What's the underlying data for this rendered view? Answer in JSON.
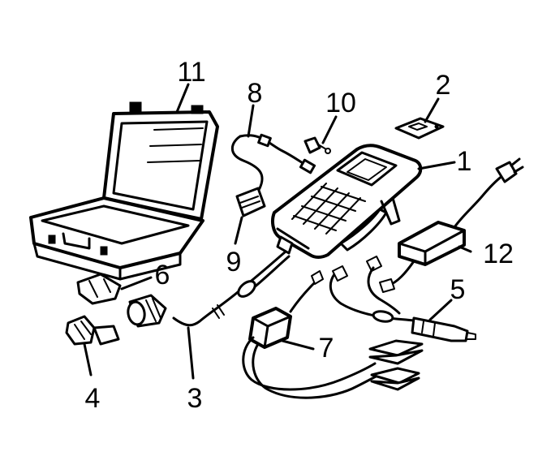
{
  "diagram": {
    "callouts": [
      {
        "id": "c1",
        "label": "1"
      },
      {
        "id": "c2",
        "label": "2"
      },
      {
        "id": "c3",
        "label": "3"
      },
      {
        "id": "c4",
        "label": "4"
      },
      {
        "id": "c5",
        "label": "5"
      },
      {
        "id": "c6",
        "label": "6"
      },
      {
        "id": "c7",
        "label": "7"
      },
      {
        "id": "c8",
        "label": "8"
      },
      {
        "id": "c9",
        "label": "9"
      },
      {
        "id": "c10",
        "label": "10"
      },
      {
        "id": "c11",
        "label": "11"
      },
      {
        "id": "c12",
        "label": "12"
      }
    ],
    "colors": {
      "ink": "#000000",
      "paper": "#ffffff"
    }
  }
}
